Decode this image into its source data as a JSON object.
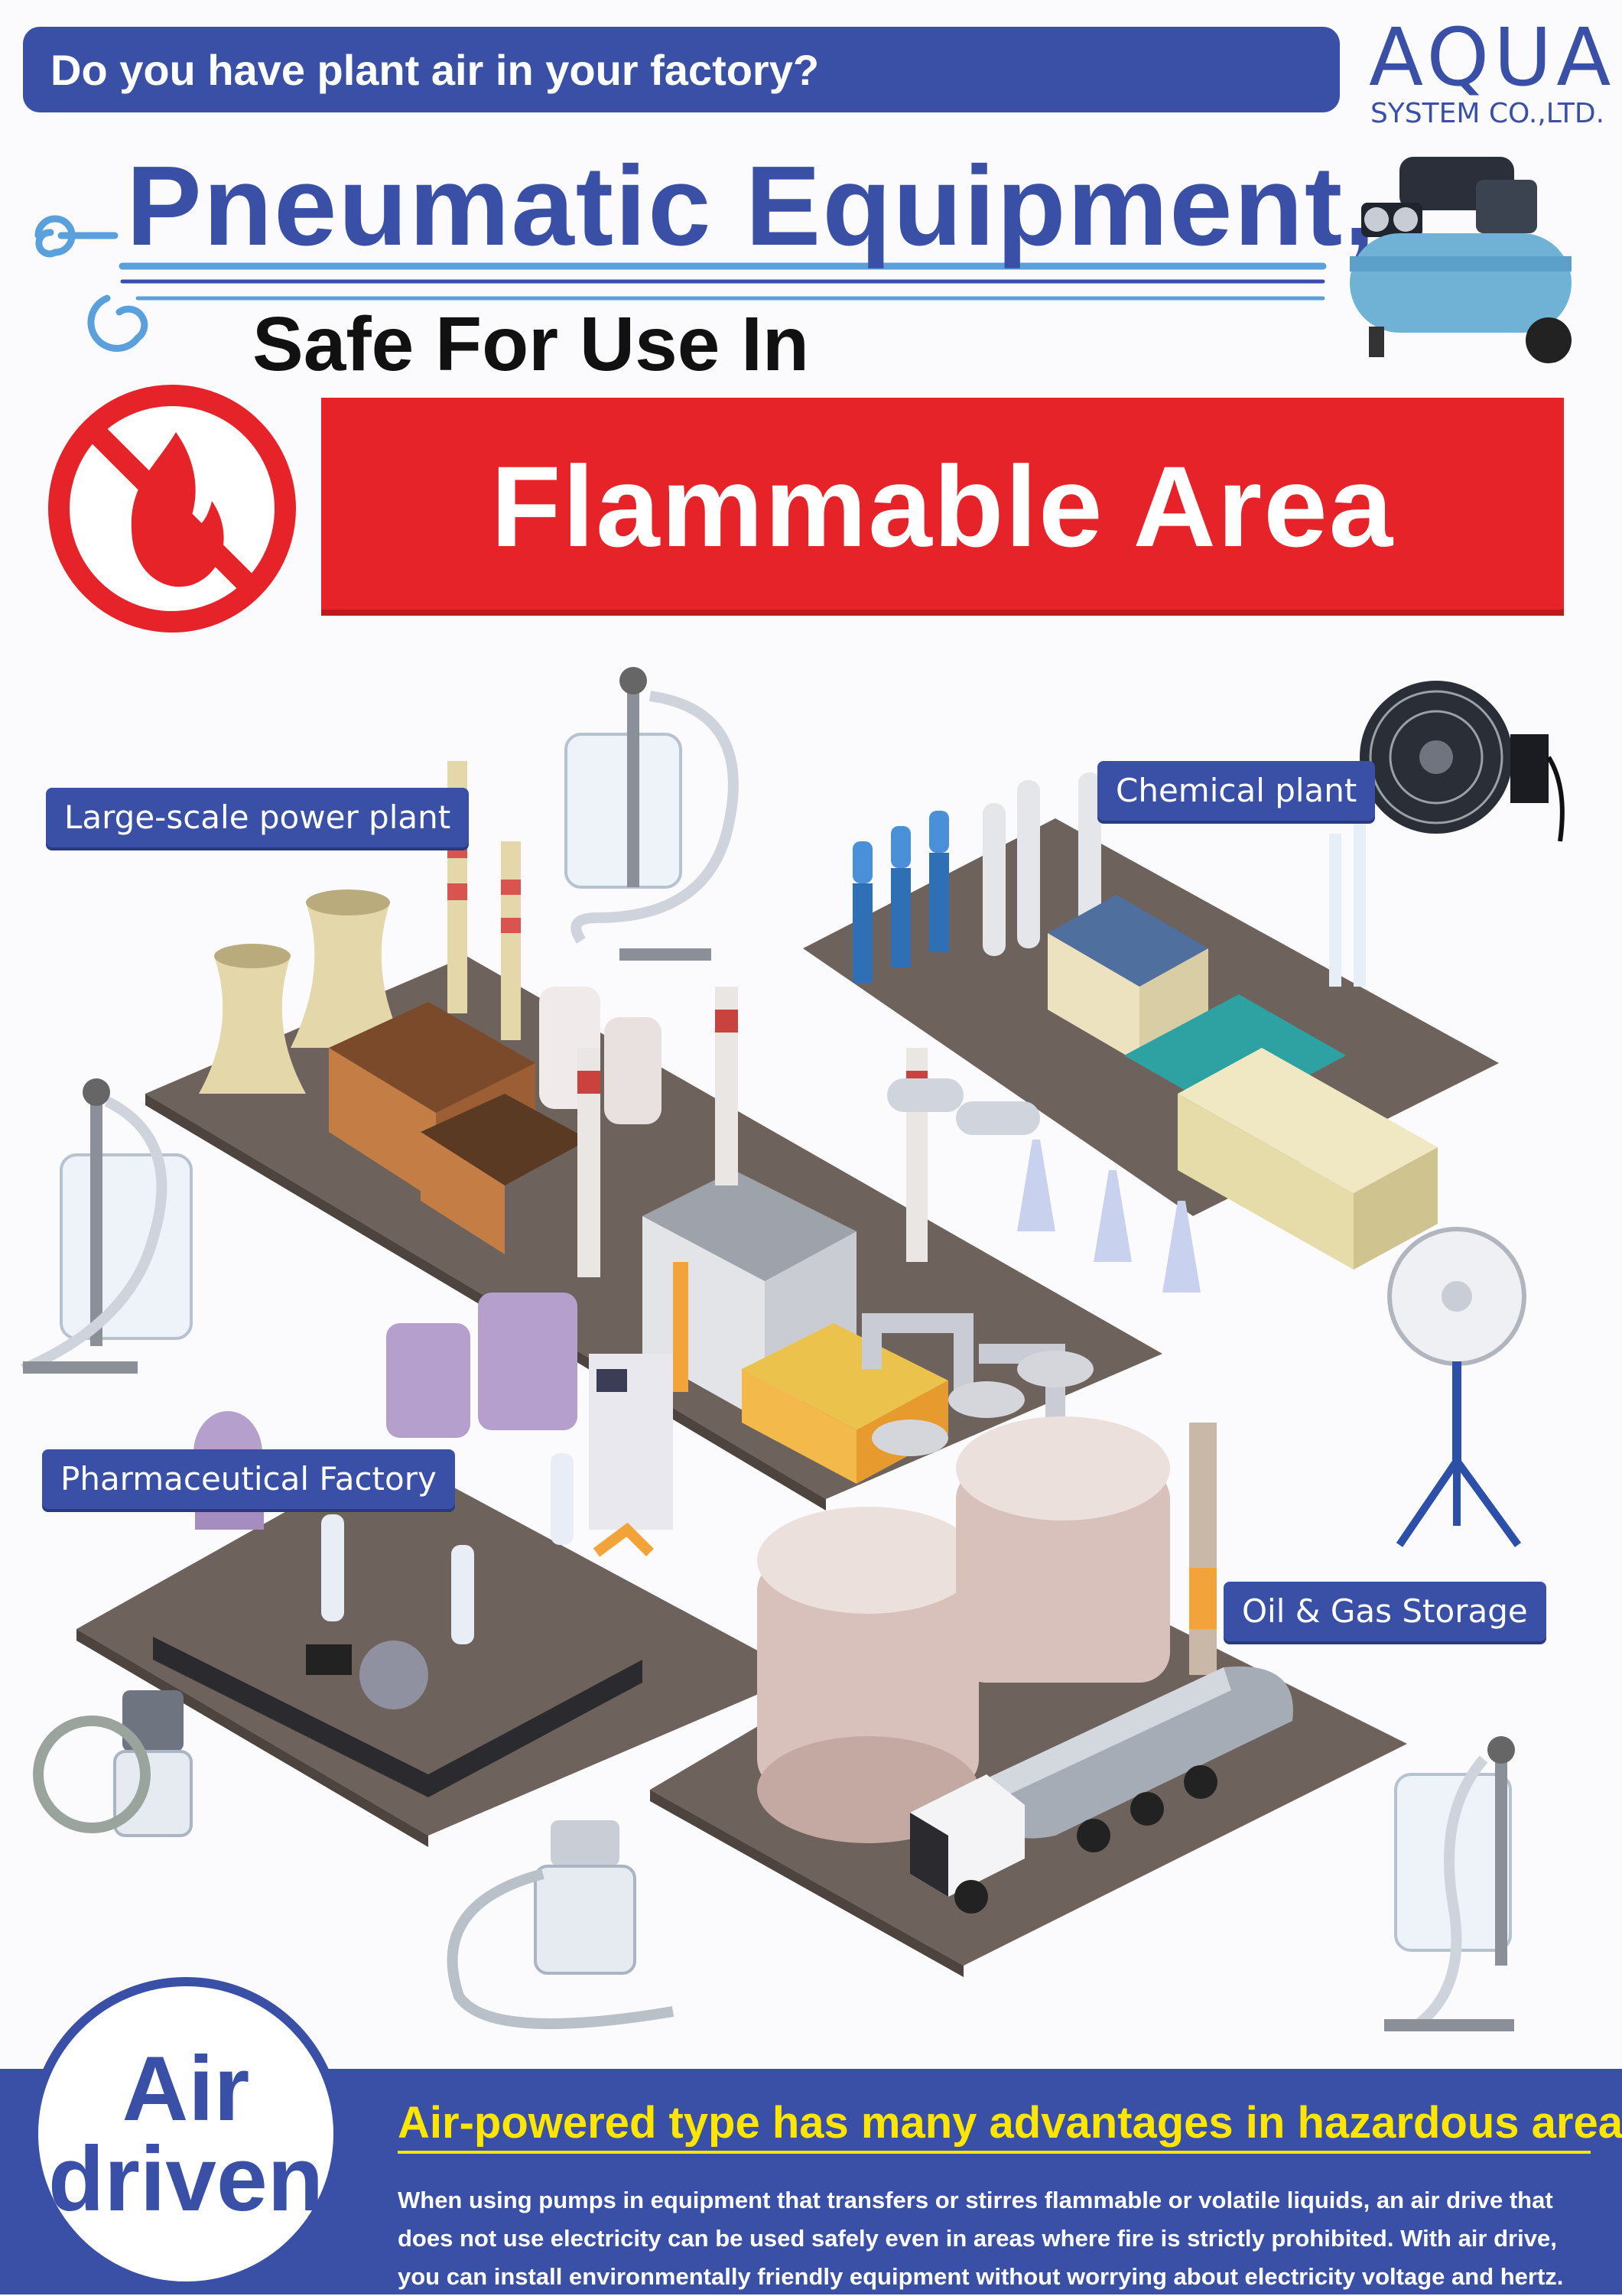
{
  "header": {
    "question": "Do you have plant air in your factory?",
    "logo_brand": "AQUA",
    "logo_sub": "SYSTEM CO.,LTD.",
    "title_main": "Pneumatic Equipment,",
    "title_sub": "Safe For Use In",
    "title_banner": "Flammable Area"
  },
  "areas": {
    "power_plant": "Large-scale power plant",
    "chemical_plant": "Chemical plant",
    "pharmaceutical": "Pharmaceutical Factory",
    "oil_gas": "Oil & Gas Storage"
  },
  "footer": {
    "air_line1": "Air",
    "air_line2": "driven",
    "headline": "Air-powered type has many advantages in hazardous areas!!",
    "body": "When using pumps in equipment that transfers or stirres flammable or volatile liquids, an air drive that does not use electricity can be used safely even in areas where fire is strictly prohibited. With air drive, you can install environmentally friendly equipment without worrying about electricity voltage and hertz."
  },
  "colors": {
    "brand_blue": "#3a50a6",
    "alert_red": "#e7232a",
    "headline_yellow": "#ffe600"
  },
  "icons": [
    "no-fire-icon",
    "air-compressor-icon",
    "drum-pump-icon",
    "wall-fan-icon",
    "stand-fan-icon",
    "vacuum-cleaner-icon"
  ]
}
